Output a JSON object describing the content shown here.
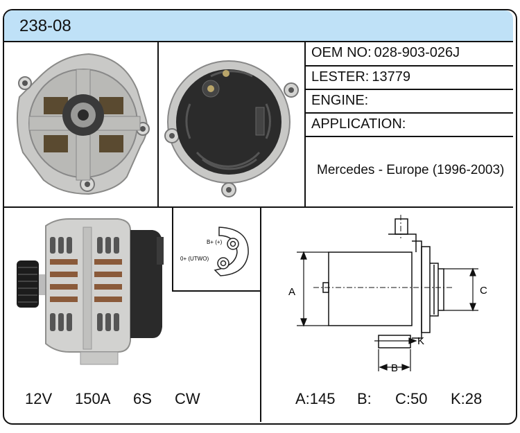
{
  "title": "238-08",
  "info": {
    "oem_label": "OEM NO:",
    "oem_value": "028-903-026J",
    "lester_label": "LESTER:",
    "lester_value": "13779",
    "engine_label": "ENGINE:",
    "engine_value": "",
    "application_label": "APPLICATION:",
    "application_value": "",
    "application_text": "Mercedes - Europe (1996-2003)"
  },
  "specs": {
    "voltage": "12V",
    "amperage": "150A",
    "pulley": "6S",
    "rotation": "CW"
  },
  "dimensions": {
    "a": "A:145",
    "b": "B:",
    "c": "C:50",
    "k": "K:28",
    "label_a": "A",
    "label_b": "B",
    "label_c": "C",
    "label_k": "K"
  },
  "connector": {
    "terminal_top": "B+  (+)",
    "terminal_bottom": "0+  (UTWO)"
  }
}
